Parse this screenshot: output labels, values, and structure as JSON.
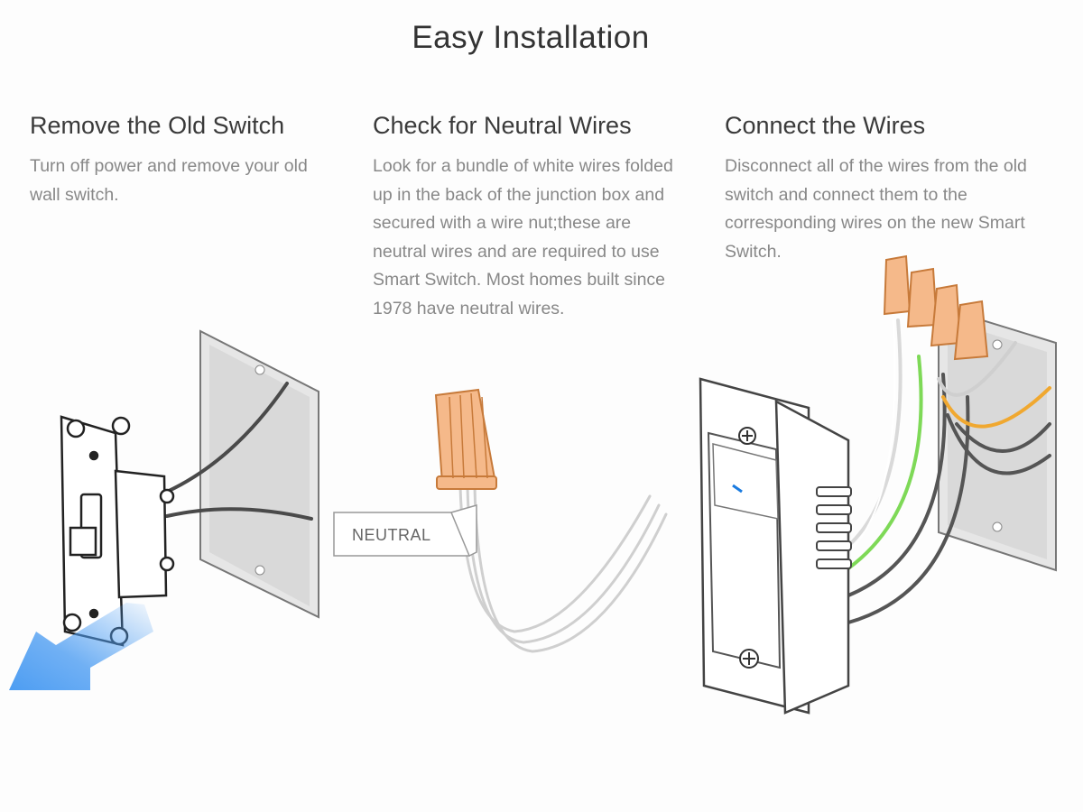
{
  "title": "Easy Installation",
  "steps": [
    {
      "heading": "Remove the Old Switch",
      "description": "Turn off power and remove your old wall switch."
    },
    {
      "heading": "Check for Neutral Wires",
      "description": "Look for a bundle of white wires folded up in the back of the junction box and secured with a wire nut;these are neutral wires and are required to use Smart Switch. Most homes built since 1978 have neutral wires."
    },
    {
      "heading": "Connect the Wires",
      "description": "Disconnect all of the wires from the old switch and connect them to the corresponding wires on the new Smart Switch."
    }
  ],
  "neutral_label": "NEUTRAL",
  "colors": {
    "wire_nut": "#f5b98a",
    "ground_wire": "#7ed957",
    "traveler_wire": "#f0a830",
    "hot_wire": "#555555",
    "arrow": "#4d9df2",
    "indicator_led": "#1a7be0"
  }
}
